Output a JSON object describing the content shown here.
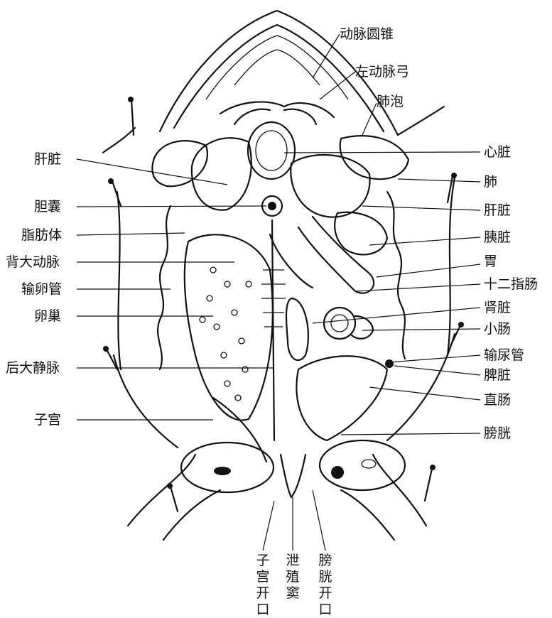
{
  "labels_top": {
    "conus_arteriosus": "动脉圆锥",
    "left_aortic_arch": "左动脉弓",
    "alveoli": "肺泡"
  },
  "labels_left": {
    "liver": "肝脏",
    "gallbladder": "胆囊",
    "fat_body": "脂肪体",
    "dorsal_aorta": "背大动脉",
    "oviduct": "输卵管",
    "ovary": "卵巢",
    "posterior_vena_cava": "后大静脉",
    "uterus": "子宫"
  },
  "labels_right": {
    "heart": "心脏",
    "lung": "肺",
    "liver": "肝脏",
    "pancreas": "胰脏",
    "stomach": "胃",
    "duodenum": "十二指肠",
    "kidney": "肾脏",
    "small_intestine": "小肠",
    "ureter": "输尿管",
    "spleen": "脾脏",
    "rectum": "直肠",
    "bladder": "膀胱"
  },
  "labels_bottom": {
    "uterine_opening": "子宫开口",
    "cloaca": "泄殖窦",
    "bladder_opening": "膀胱开口"
  }
}
